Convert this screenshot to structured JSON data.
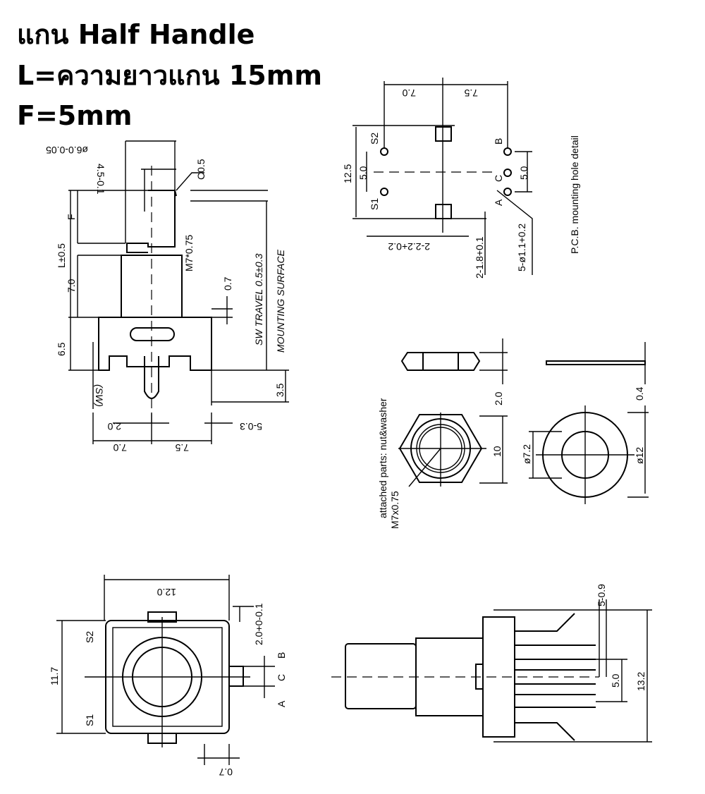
{
  "header": {
    "line1": "แกน Half Handle",
    "line2": "L=ความยาวแกน 15mm",
    "line3": "F=5mm"
  },
  "side_view": {
    "dia": "ø6.0-0.05",
    "flat": "4.5-0.1",
    "chamfer": "C0.5",
    "f": "F",
    "l": "L±0.5",
    "thread_len": "7.0",
    "thread": "M7*0.75",
    "step": "0.7",
    "sw_travel": "SW TRAVEL 0.5±0.3",
    "mounting": "MOUNTING SURFACE",
    "body_h": "6.5",
    "pin_len": "3.5",
    "sw": "(SW)",
    "pin_w": "2.0",
    "tab_w": "5-0.3",
    "left": "7.0",
    "right": "7.5"
  },
  "pcb": {
    "left": "7.0",
    "right": "7.5",
    "h": "12.5",
    "sw_pitch": "5.0",
    "enc_pitch": "5.0",
    "s1": "S1",
    "s2": "S2",
    "a": "A",
    "b": "B",
    "c": "C",
    "slot_w": "2-2.2+0.2",
    "slot_h": "2-1.8+0.1",
    "holes": "5-ø1.1+0.2",
    "title": "P.C.B.  mounting hole detail"
  },
  "parts": {
    "title": "attached parts:  nut&washer",
    "thread": "M7x0.75",
    "nut_t": "2.0",
    "nut_w": "10",
    "washer_t": "0.4",
    "washer_id": "ø7.2",
    "washer_od": "ø12"
  },
  "front_view": {
    "w": "12.0",
    "h": "11.7",
    "tab": "2.0+0-0.1",
    "s1": "S1",
    "s2": "S2",
    "a": "A",
    "b": "B",
    "c": "C",
    "bottom": "0.7"
  },
  "rear_view": {
    "pins": "5-0.9",
    "pitch": "5.0",
    "h": "13.2"
  }
}
